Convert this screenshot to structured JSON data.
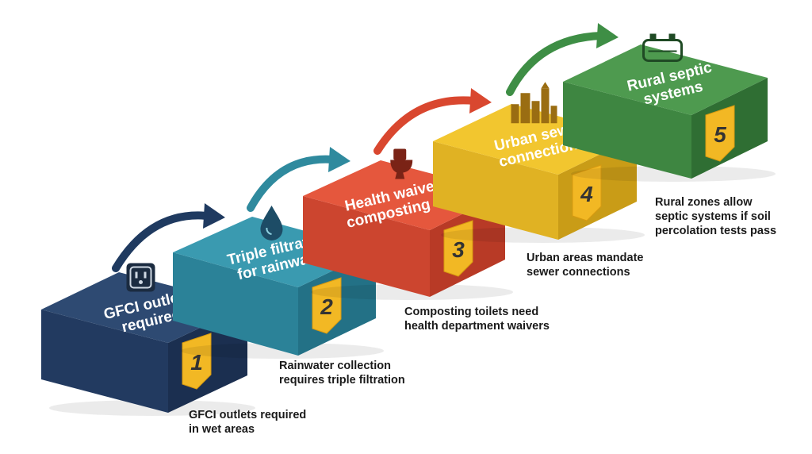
{
  "steps": [
    {
      "number": "1",
      "title_lines": [
        "GFCI outlets",
        "required"
      ],
      "caption_lines": [
        "GFCI outlets required",
        "in wet areas"
      ],
      "icon": "electrical-outlet-icon",
      "colors": {
        "top": "#2E4A72",
        "side": "#1B2F50",
        "front": "#223A60"
      }
    },
    {
      "number": "2",
      "title_lines": [
        "Triple filtration",
        "for rainwater"
      ],
      "caption_lines": [
        "Rainwater collection",
        "requires triple filtration"
      ],
      "icon": "water-drop-icon",
      "colors": {
        "top": "#3A9AB0",
        "side": "#237186",
        "front": "#2B8298"
      }
    },
    {
      "number": "3",
      "title_lines": [
        "Health waivers for",
        "composting toilets"
      ],
      "caption_lines": [
        "Composting toilets need",
        "health department waivers"
      ],
      "icon": "toilet-icon",
      "colors": {
        "top": "#E5573D",
        "side": "#B83A26",
        "front": "#CC452F"
      }
    },
    {
      "number": "4",
      "title_lines": [
        "Urban sewer",
        "connections"
      ],
      "caption_lines": [
        "Urban areas mandate",
        "sewer connections"
      ],
      "icon": "city-buildings-icon",
      "colors": {
        "top": "#F2C62F",
        "side": "#C99C17",
        "front": "#E0B223"
      }
    },
    {
      "number": "5",
      "title_lines": [
        "Rural septic",
        "systems"
      ],
      "caption_lines": [
        "Rural zones allow",
        "septic systems if soil",
        "percolation tests pass"
      ],
      "icon": "septic-tank-icon",
      "colors": {
        "top": "#4E9A4F",
        "side": "#2F6E33",
        "front": "#3E8641"
      }
    }
  ],
  "arrow_colors": [
    "#1F3A60",
    "#2F8A9E",
    "#D9472F",
    "#3E8E45"
  ],
  "badge_color": "#F2B824"
}
